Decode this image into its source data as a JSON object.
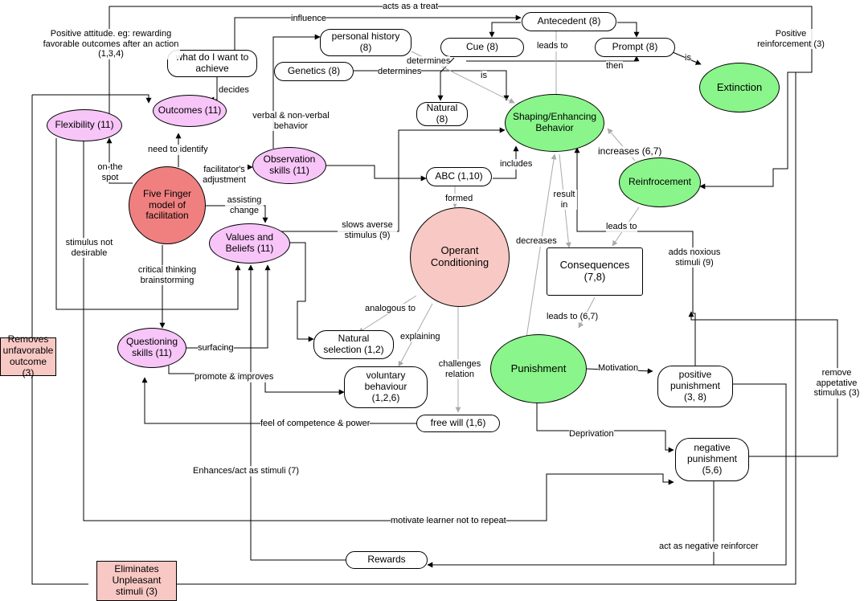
{
  "nodes": {
    "antecedent": "Antecedent (8)",
    "cue": "Cue (8)",
    "prompt": "Prompt (8)",
    "personal_history": "personal history (8)",
    "genetics": "Genetics (8)",
    "natural": "Natural (8)",
    "what_do_i_want": "what do I want to achieve",
    "outcomes": "Outcomes (11)",
    "flexibility": "Flexibility (11)",
    "five_finger": "Five Finger model of facilitation",
    "observation": "Observation skills (11)",
    "values": "Values and Beliefs (11)",
    "questioning": "Questioning skills (11)",
    "abc": "ABC (1,10)",
    "operant": "Operant Conditioning",
    "shaping": "Shaping/Enhancing Behavior",
    "extinction": "Extinction",
    "reinforcement": "Reinfrocement",
    "consequences": "Consequences (7,8)",
    "punishment": "Punishment",
    "positive_punishment": "positive punishment (3, 8)",
    "negative_punishment": "negative punishment (5,6)",
    "natural_selection": "Natural selection (1,2)",
    "voluntary": "voluntary behaviour (1,2,6)",
    "free_will": "free will (1,6)",
    "rewards": "Rewards",
    "removes": "Removes unfavorable outcome (3)",
    "eliminates": "Eliminates Unpleasant stimuli (3)"
  },
  "links": {
    "acts_as_treat": "acts as a treat",
    "influence": "influence",
    "positive_attitude": "Positive attitude. eg: rewarding favorable outcomes after an action (1,3,4)",
    "positive_reinforcement": "Positive reinforcement (3)",
    "leads_to_1": "leads to",
    "determines_1": "determines",
    "determines_2": "determines",
    "then": "then",
    "is_1": "is",
    "is_2": "is",
    "decides": "decides",
    "verbal": "verbal & non-verbal behavior",
    "need_to_identify": "need to identify",
    "on_the_spot": "on-the spot",
    "facilitators_adjustment": "facilitator's adjustment",
    "assisting_change": "assisting change",
    "includes": "includes",
    "formed": "formed",
    "increases": "increases (6,7)",
    "result_in": "result in",
    "leads_to_2": "leads to",
    "slows_averse": "slows averse stimulus (9)",
    "decreases": "decreases",
    "adds_noxious": "adds noxious stimuli (9)",
    "stimulus_not_desirable": "stimulus not desirable",
    "critical_thinking": "critical thinking brainstorming",
    "analogous": "analogous to",
    "explaining": "explaining",
    "challenges": "challenges relation",
    "leads_to_67": "leads to (6,7)",
    "surfacing": "surfacing",
    "motivation": "Motivation",
    "promote": "promote & improves",
    "remove_appetative": "remove appetative stimulus (3)",
    "feel_competence": "feel of competence & power",
    "deprivation": "Deprivation",
    "enhances": "Enhances/act as stimuli (7)",
    "motivate_learner": "motivate learner not to repeat",
    "act_negative": "act as negative reinforcer"
  }
}
